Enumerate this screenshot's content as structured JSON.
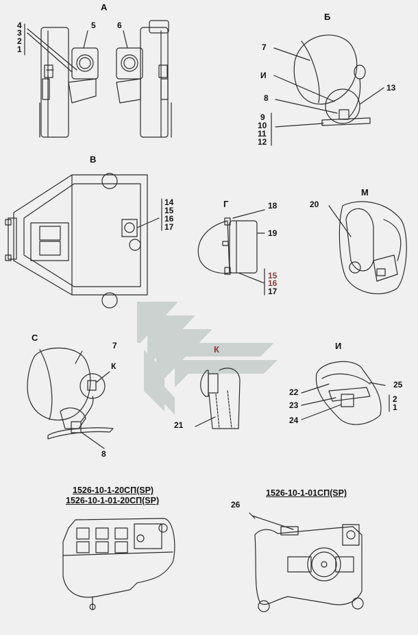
{
  "views": {
    "a": "А",
    "b": "Б",
    "v": "В",
    "g": "Г",
    "m": "М",
    "c": "С",
    "k": "К",
    "i": "И"
  },
  "callouts": {
    "n1": "1",
    "n2": "2",
    "n3": "3",
    "n4": "4",
    "n5": "5",
    "n6": "6",
    "n7": "7",
    "n8": "8",
    "n9": "9",
    "n10": "10",
    "n11": "11",
    "n12": "12",
    "n13": "13",
    "i_letter": "И",
    "n14": "14",
    "n15": "15",
    "n16": "16",
    "n17": "17",
    "n18": "18",
    "n19": "19",
    "n20": "20",
    "n15r": "15",
    "n16r": "16",
    "n17r": "17",
    "c7": "7",
    "c8": "8",
    "k_letter": "К",
    "n21": "21",
    "n22": "22",
    "n23": "23",
    "n24": "24",
    "n25": "25",
    "i2": "2",
    "i1": "1",
    "n26": "26"
  },
  "titles": {
    "left_1": "1526-10-1-20СП(SP)",
    "left_2": "1526-10-1-01-20СП(SP)",
    "right": "1526-10-1-01СП(SP)"
  },
  "colors": {
    "line": "#2a2a2a",
    "watermark": "#c9cfcd",
    "background": "#f0f0f0",
    "accent": "#8a3a3a"
  }
}
